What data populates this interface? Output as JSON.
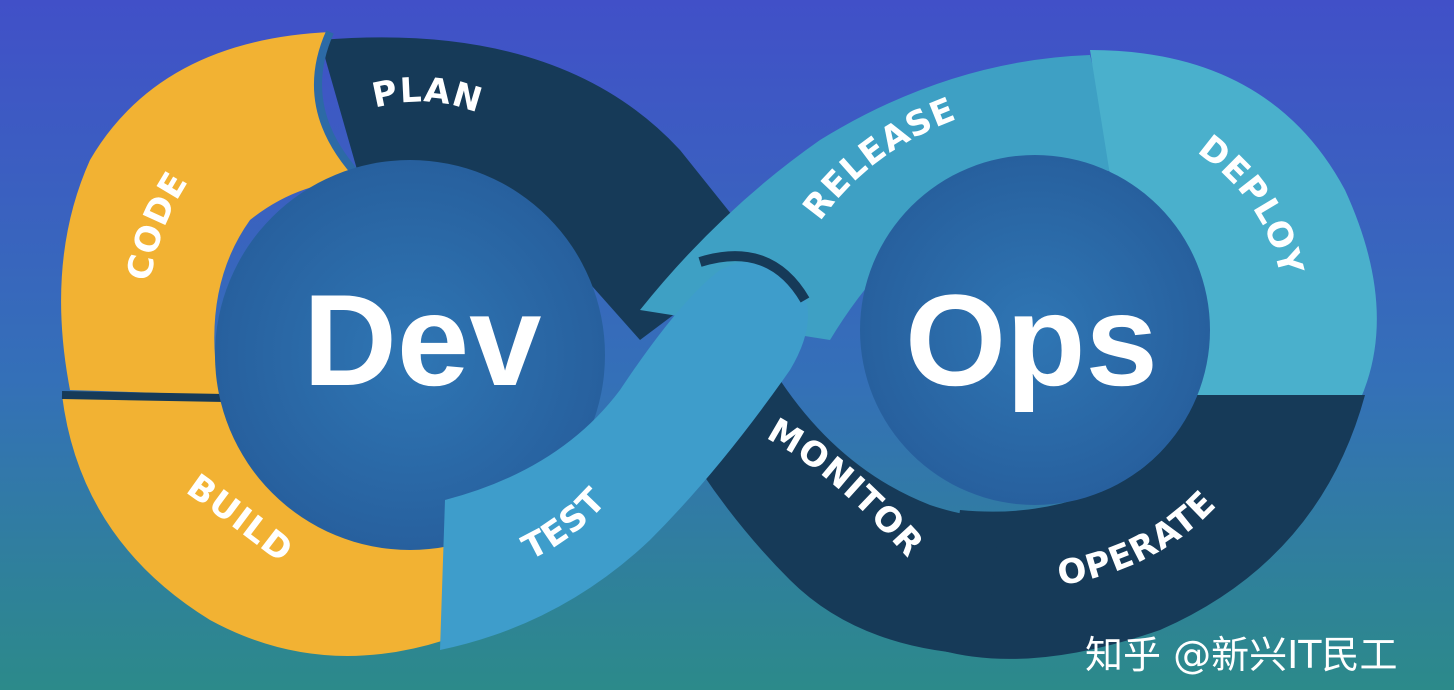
{
  "title_left": "Dev",
  "title_right": "Ops",
  "phases": {
    "plan": "PLAN",
    "code": "CODE",
    "build": "BUILD",
    "test": "TEST",
    "release": "RELEASE",
    "deploy": "DEPLOY",
    "operate": "OPERATE",
    "monitor": "MONITOR"
  },
  "watermark": "知乎 @新兴IT民工",
  "colors": {
    "background_top": "#3f4fc7",
    "background_bottom": "#2a8f86",
    "dev_yellow": "#f2b233",
    "dark_navy": "#163a58",
    "teal_light": "#3ea0c4",
    "inner_blue": "#2d6aa8"
  }
}
